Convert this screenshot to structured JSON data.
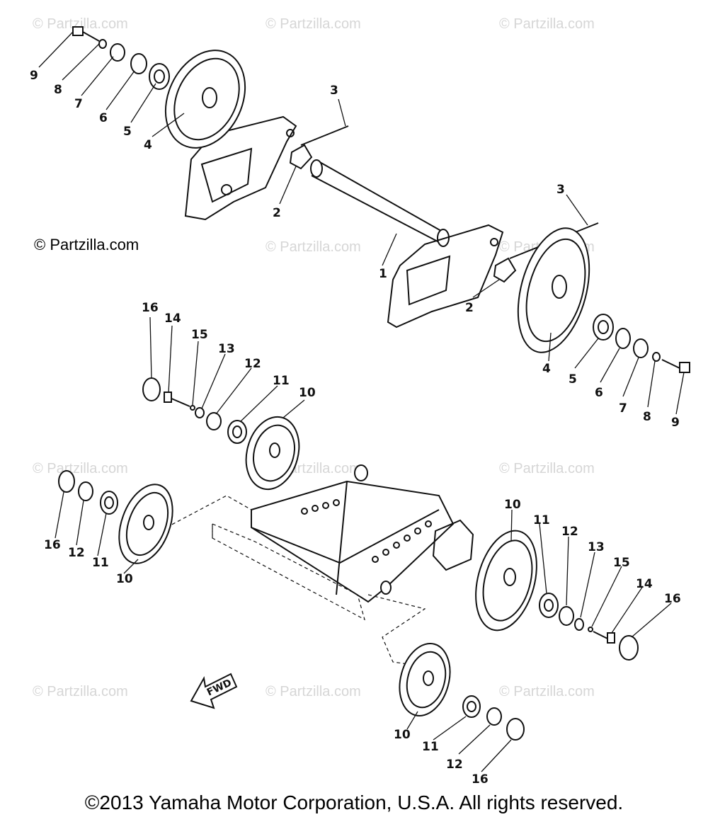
{
  "watermark": {
    "site": "© Partzilla.com",
    "main_label": "© Partzilla.com"
  },
  "copyright": "©2013 Yamaha Motor Corporation, U.S.A. All rights reserved.",
  "fwd_label": "FWD",
  "callouts": [
    "1",
    "2",
    "2",
    "3",
    "3",
    "4",
    "4",
    "5",
    "5",
    "6",
    "6",
    "7",
    "7",
    "8",
    "8",
    "9",
    "9",
    "10",
    "10",
    "10",
    "10",
    "11",
    "11",
    "11",
    "11",
    "12",
    "12",
    "12",
    "12",
    "13",
    "13",
    "14",
    "14",
    "15",
    "15",
    "16",
    "16",
    "16",
    "16"
  ]
}
